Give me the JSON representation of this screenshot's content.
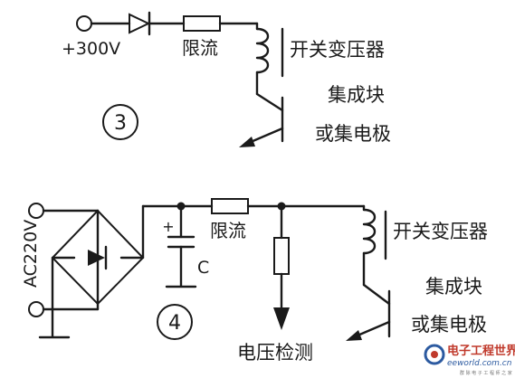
{
  "diagram1": {
    "supply_label": "+300V",
    "resistor_label": "限流",
    "transformer_label": "开关变压器",
    "chip_label_line1": "集成块",
    "chip_label_line2": "或集电极",
    "number": "3"
  },
  "diagram2": {
    "ac_label": "AC220V",
    "cap_plus": "+",
    "cap_label": "C",
    "resistor_label": "限流",
    "transformer_label": "开关变压器",
    "chip_label_line1": "集成块",
    "chip_label_line2": "或集电极",
    "sense_label": "电压检测",
    "number": "4"
  },
  "watermark": {
    "brand": "电子工程世界",
    "site": "eeworld.com.cn",
    "tagline": "群 除 电 子 工 程 师 之 家"
  },
  "colors": {
    "ink": "#1a1a1a",
    "watermark_red": "#c0392b",
    "watermark_blue": "#2c5aa0"
  }
}
